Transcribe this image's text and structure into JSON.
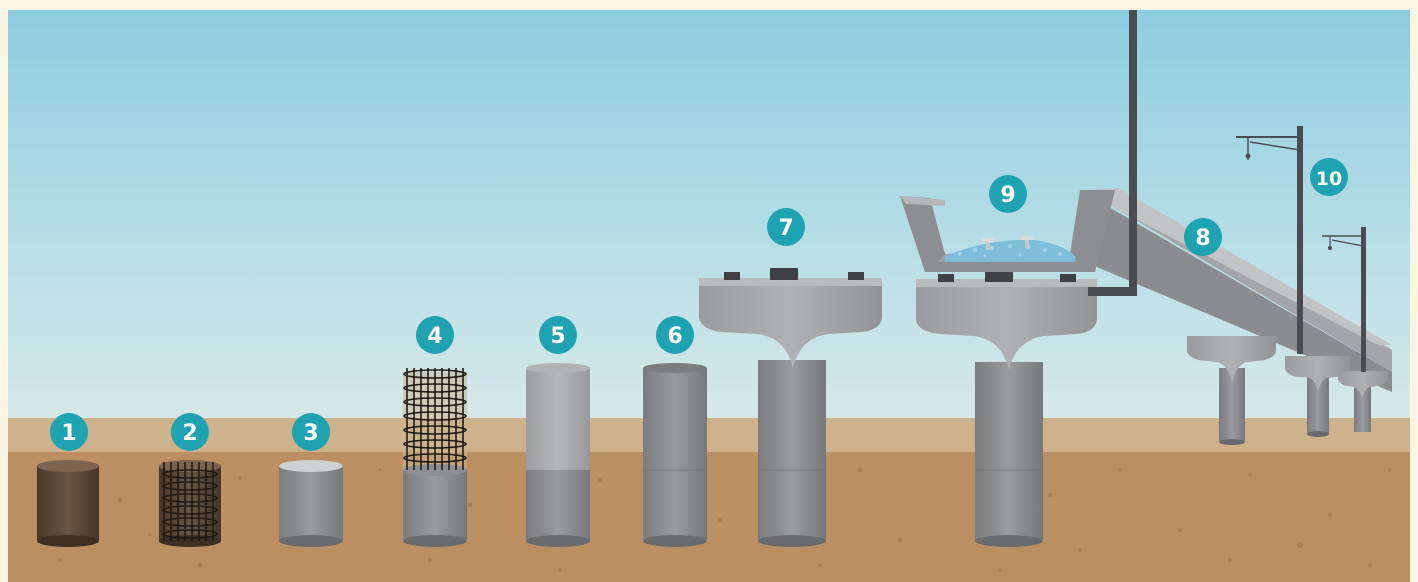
{
  "steps": [
    {
      "label": "1"
    },
    {
      "label": "2"
    },
    {
      "label": "3"
    },
    {
      "label": "4"
    },
    {
      "label": "5"
    },
    {
      "label": "6"
    },
    {
      "label": "7"
    },
    {
      "label": "8"
    },
    {
      "label": "9"
    },
    {
      "label": "10"
    }
  ],
  "colors": {
    "frame": "#fbf5e4",
    "sky_top": "#8ccde0",
    "sky_bottom": "#f1f2e6",
    "far_ground": "#cdb28c",
    "near_ground": "#bb8f61",
    "badge": "#1fa2b1",
    "concrete_light": "#a8a9ab",
    "concrete_mid": "#8d8e91",
    "concrete_dark": "#6f7074",
    "pole": "#4b4c4f",
    "excavation": "#5a4636",
    "ballast": "#7fbedb"
  }
}
